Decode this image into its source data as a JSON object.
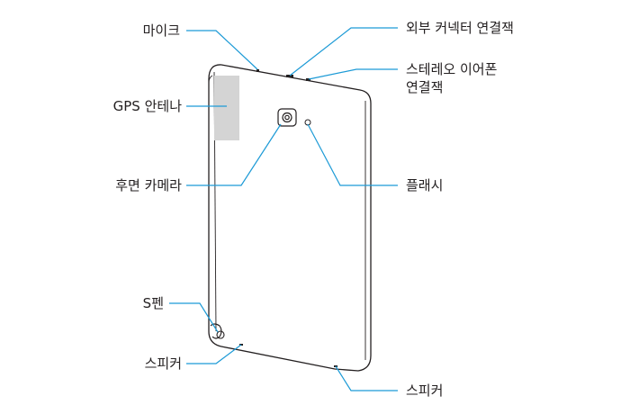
{
  "labels": {
    "mic": "마이크",
    "ext_connector": "외부 커넥터 연결잭",
    "earphone_line1": "스테레오 이어폰",
    "earphone_line2": "연결잭",
    "gps": "GPS 안테나",
    "rear_camera": "후면 카메라",
    "flash": "플래시",
    "spen": "S펜",
    "speaker_left": "스피커",
    "speaker_right": "스피커"
  },
  "colors": {
    "leader": "#1c9ad6",
    "outline": "#231f20",
    "gps_area": "#d4d4d4",
    "text": "#231f20"
  }
}
